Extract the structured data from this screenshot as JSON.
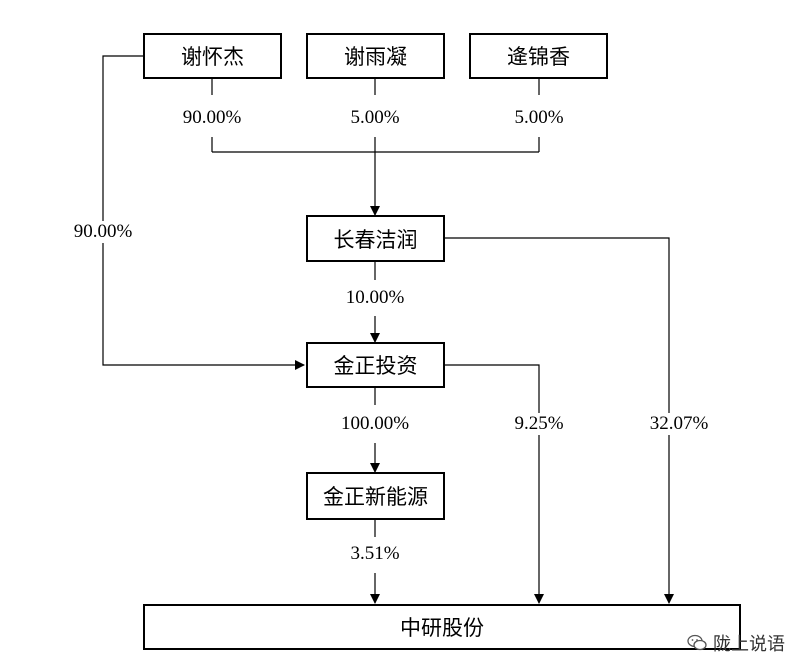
{
  "nodes": {
    "xie_huaijie": "谢怀杰",
    "xie_yuning": "谢雨凝",
    "pang_jinxiang": "逄锦香",
    "changchun_jierun": "长春洁润",
    "jinzheng_touzi": "金正投资",
    "jinzheng_xinnengyuan": "金正新能源",
    "zhongyan_gufen": "中研股份"
  },
  "edges": {
    "xie_huaijie_to_changchun": "90.00%",
    "xie_yuning_to_changchun": "5.00%",
    "pang_to_changchun": "5.00%",
    "xie_huaijie_to_jinzheng_touzi": "90.00%",
    "changchun_to_jinzheng_touzi": "10.00%",
    "jinzheng_touzi_to_xinnengyuan": "100.00%",
    "jinzheng_touzi_to_zhongyan": "9.25%",
    "changchun_to_zhongyan": "32.07%",
    "xinnengyuan_to_zhongyan": "3.51%"
  },
  "watermark": {
    "text": "陇上说语",
    "icon": "wechat-icon"
  },
  "colors": {
    "line": "#000000",
    "background": "#ffffff"
  }
}
